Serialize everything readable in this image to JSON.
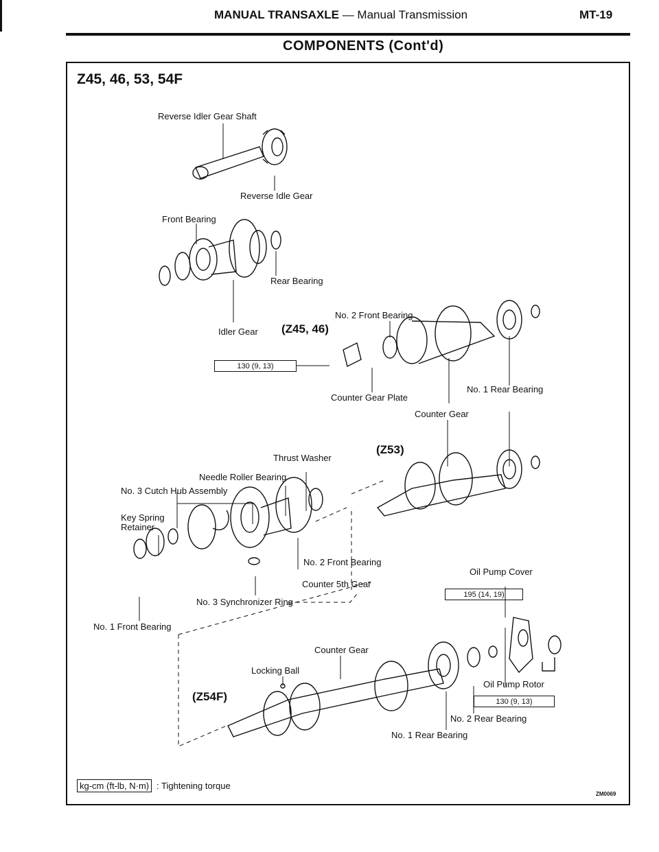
{
  "header": {
    "section": "MANUAL TRANSAXLE",
    "separator": " — ",
    "subsection": "Manual Transmission",
    "page_number": "MT-19"
  },
  "page_title": "COMPONENTS (Cont'd)",
  "model_title": "Z45, 46, 53, 54F",
  "labels": {
    "reverse_idler_gear_shaft": "Reverse Idler Gear Shaft",
    "reverse_idle_gear": "Reverse Idle Gear",
    "front_bearing": "Front Bearing",
    "rear_bearing": "Rear Bearing",
    "idler_gear": "Idler Gear",
    "no2_front_bearing_top": "No. 2 Front Bearing",
    "counter_gear_plate": "Counter Gear Plate",
    "no1_rear_bearing_top": "No. 1 Rear Bearing",
    "counter_gear_mid": "Counter Gear",
    "thrust_washer": "Thrust Washer",
    "needle_roller_bearing": "Needle Roller Bearing",
    "no3_clutch_hub": "No. 3 Cutch Hub Assembly",
    "key_spring": "Key Spring",
    "retainer": "Retainer",
    "no2_front_bearing_mid": "No. 2 Front Bearing",
    "counter_5th_gear": "Counter 5th Gear",
    "no3_synchronizer_ring": "No. 3 Synchronizer Ring",
    "no1_front_bearing": "No. 1 Front Bearing",
    "oil_pump_cover": "Oil Pump Cover",
    "counter_gear_bottom": "Counter Gear",
    "locking_ball": "Locking Ball",
    "oil_pump_rotor": "Oil Pump Rotor",
    "no2_rear_bearing": "No. 2 Rear Bearing",
    "no1_rear_bearing_bottom": "No. 1 Rear Bearing"
  },
  "variants": {
    "z45_46": "(Z45, 46)",
    "z53": "(Z53)",
    "z54f": "(Z54F)"
  },
  "torques": {
    "counter_gear_plate_bolt": "130 (9, 13)",
    "oil_pump_cover_bolt": "195 (14, 19)",
    "oil_pump_rotor_bolt": "130 (9, 13)"
  },
  "legend": {
    "unit_box": "kg-cm (ft-lb, N·m)",
    "description": ": Tightening torque"
  },
  "figure_code": "ZM0069"
}
